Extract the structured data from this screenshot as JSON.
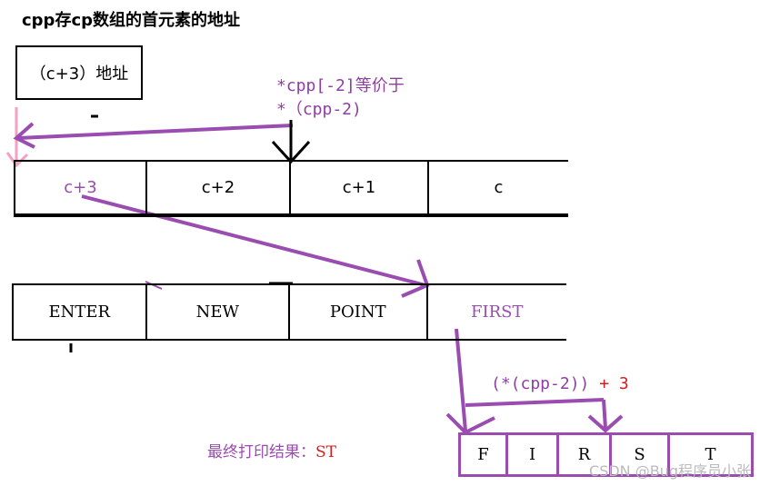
{
  "title": "cpp存cp数组的首元素的地址",
  "top_box": "（c+3）地址",
  "annotation_line1": "*cpp[-2]等价于",
  "annotation_line2": "*（cpp-2)",
  "cp_cells": [
    "c+3",
    "c+2",
    "c+1",
    "c"
  ],
  "c_cells": [
    "ENTER",
    "NEW",
    "POINT",
    "FIRST"
  ],
  "offset_expr_part1": "(*(cpp-2))",
  "offset_expr_part2": " + 3",
  "first_chars": [
    "F",
    "I",
    "R",
    "S",
    "T"
  ],
  "result_label": "最终打印结果：",
  "result_value": "ST",
  "watermark": "CSDN @Bug程序员小张",
  "colors": {
    "purple": "#9a4cb0",
    "red": "#d31f1f",
    "pink": "#f5a0c0"
  }
}
